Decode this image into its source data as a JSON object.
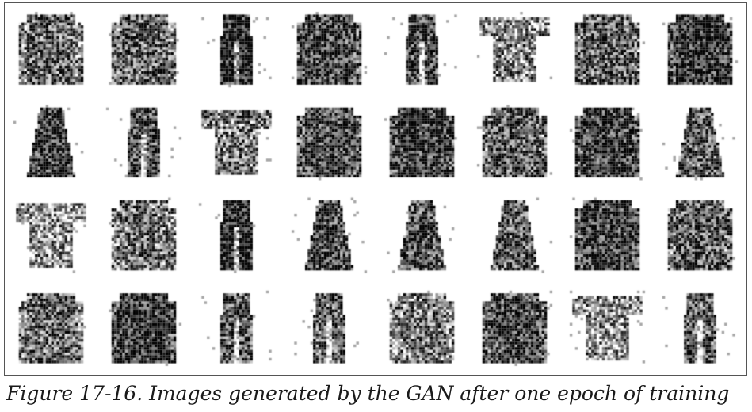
{
  "figure": {
    "caption": "Figure 17-16. Images generated by the GAN after one epoch of training",
    "grid": {
      "rows": 4,
      "cols": 8
    },
    "images": [
      [
        "long-sleeve-top",
        "long-sleeve-top",
        "trousers",
        "long-sleeve-top",
        "trousers",
        "t-shirt",
        "long-sleeve-top",
        "long-sleeve-top"
      ],
      [
        "dress",
        "trousers",
        "t-shirt",
        "long-sleeve-top",
        "long-sleeve-top",
        "long-sleeve-top",
        "long-sleeve-top",
        "dress"
      ],
      [
        "t-shirt",
        "long-sleeve-top",
        "trousers",
        "dress",
        "dress",
        "dress",
        "long-sleeve-top",
        "long-sleeve-top"
      ],
      [
        "long-sleeve-top",
        "long-sleeve-top",
        "trousers",
        "trousers",
        "long-sleeve-top",
        "long-sleeve-top",
        "t-shirt",
        "trousers"
      ]
    ],
    "colors": {
      "ink": "#000000",
      "paper": "#ffffff",
      "frame": "#555555"
    }
  }
}
